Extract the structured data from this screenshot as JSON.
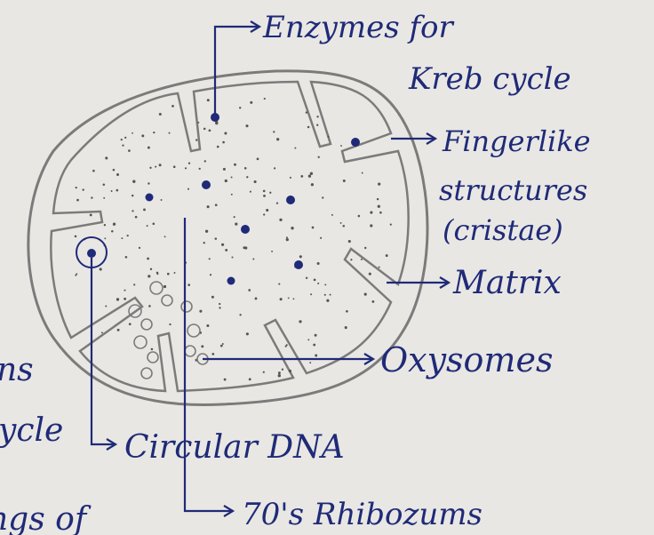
{
  "labels": {
    "enzymes_line1": "Enzymes for",
    "enzymes_line2": "Kreb cycle",
    "fingerlike_line1": "Fingerlike",
    "fingerlike_line2": "structures",
    "fingerlike_line3": "(cristae)",
    "matrix": "Matrix",
    "oxysomes": "Oxysomes",
    "circular_dna": "Circular DNA",
    "ribosomes": "70's Rhibozums"
  },
  "margin_fragments": {
    "frag_1": "ns",
    "frag_2": "ycle",
    "frag_3": "ngs of"
  },
  "colors": {
    "ink": "#1f2a78",
    "pencil": "#7b7b7b",
    "paper": "#e9e7e3"
  }
}
